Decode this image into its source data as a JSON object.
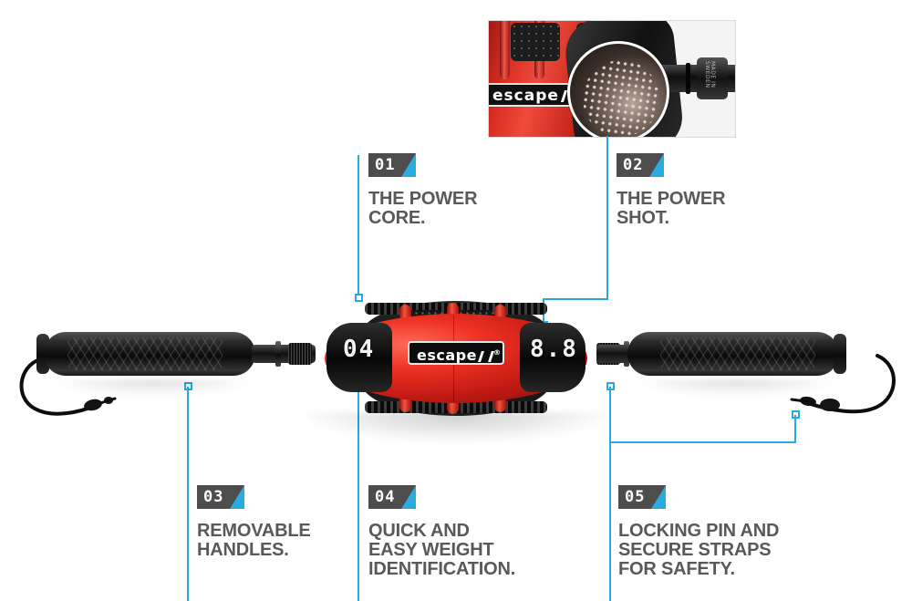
{
  "product": {
    "brand": "escape",
    "brand_slash_icon": "escape-slash-logo",
    "registered_mark": "®",
    "left_plate_value": "04",
    "right_plate_value": "8.8",
    "inset_collar_text": "MADE IN SWEDEN"
  },
  "colors": {
    "accent": "#29abe2",
    "badge_bg": "#4d4d4d",
    "heading": "#58595b",
    "product_red": "#ee3124",
    "product_black": "#111111",
    "background": "#ffffff"
  },
  "callouts": [
    {
      "number": "01",
      "title": "THE POWER\nCORE.",
      "target": "product-core-red-body"
    },
    {
      "number": "02",
      "title": "THE POWER\nSHOT.",
      "target": "product-core-shot-chamber"
    },
    {
      "number": "03",
      "title": "REMOVABLE\nHANDLES.",
      "target": "left-handle"
    },
    {
      "number": "04",
      "title": "QUICK AND\nEASY WEIGHT\nIDENTIFICATION.",
      "target": "weight-plate-04"
    },
    {
      "number": "05",
      "title": "LOCKING PIN AND\nSECURE STRAPS\nFOR SAFETY.",
      "target": "locking-pin-and-strap"
    }
  ],
  "inset": {
    "name": "power-shot-cutaway-photo",
    "caption": ""
  }
}
